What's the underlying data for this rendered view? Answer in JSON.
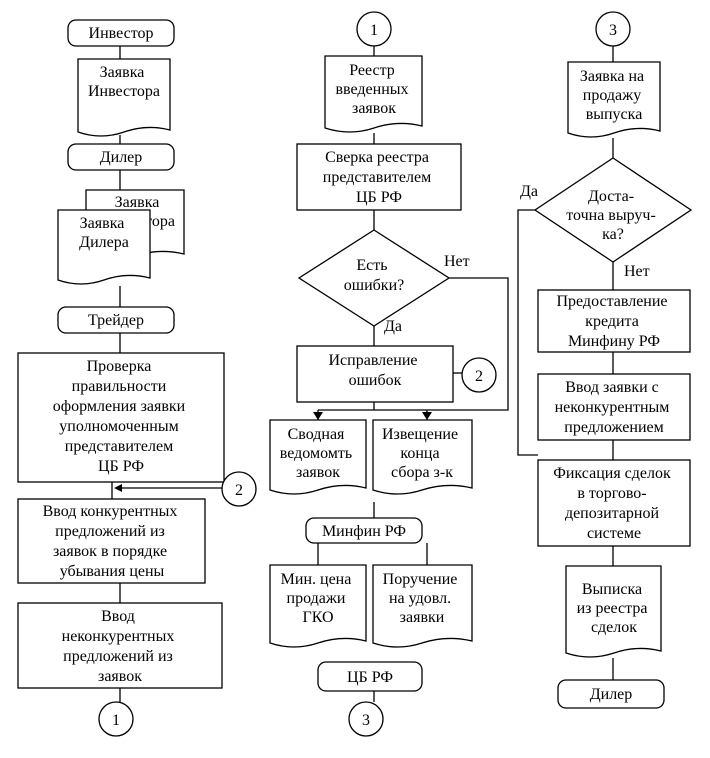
{
  "col1": {
    "investor": "Инвестор",
    "investor_request": [
      "Заявка",
      "Инвестора"
    ],
    "dealer": "Дилер",
    "dealer_request_back": [
      "Заявка",
      "Инвестора"
    ],
    "dealer_request_front": [
      "Заявка",
      "Дилера"
    ],
    "trader": "Трейдер",
    "check_process": [
      "Проверка",
      "правильности",
      "оформления заявки",
      "уполномоченным",
      "представителем",
      "ЦБ РФ"
    ],
    "competitive_input": [
      "Ввод конкурентных",
      "предложений из",
      "заявок в  порядке",
      "убывания цены"
    ],
    "noncompetitive_input": [
      "Ввод",
      "неконкурентных",
      "предложений из",
      "заявок"
    ],
    "connector_2": "2",
    "connector_1": "1"
  },
  "col2": {
    "connector_1": "1",
    "registry": [
      "Реестр",
      "введенных",
      "заявок"
    ],
    "reconcile": [
      "Сверка реестра",
      "представителем",
      "ЦБ РФ"
    ],
    "decision": [
      "Есть",
      "ошибки?"
    ],
    "decision_no": "Нет",
    "decision_yes": "Да",
    "fix_errors": [
      "Исправление",
      "ошибок"
    ],
    "connector_2": "2",
    "summary_doc": [
      "Сводная",
      "ведомомть",
      "заявок"
    ],
    "notice_doc": [
      "Извещение",
      "конца",
      "сбора з-к"
    ],
    "minfin": "Минфин РФ",
    "min_price_doc": [
      "Мин. цена",
      "продажи",
      "ГКО"
    ],
    "order_doc": [
      "Поручение",
      "на удовл.",
      "заявки"
    ],
    "cbrf": "ЦБ РФ",
    "connector_3": "3"
  },
  "col3": {
    "connector_3": "3",
    "sell_request": [
      "Заявка  на",
      "продажу",
      "выпуска"
    ],
    "decision": [
      "Доста-",
      "точна выруч-",
      "ка?"
    ],
    "decision_yes": "Да",
    "decision_no": "Нет",
    "credit": [
      "Предоставление",
      "кредита",
      "Минфину РФ"
    ],
    "noncompetitive_input": [
      "Ввод заявки с",
      "неконкурентным",
      "предложением"
    ],
    "fix_deals": [
      "Фиксация сделок",
      "в торгово-",
      "депозитарной",
      "системе"
    ],
    "extract_doc": [
      "Выписка",
      "из реестра",
      "сделок"
    ],
    "dealer": "Дилер"
  }
}
